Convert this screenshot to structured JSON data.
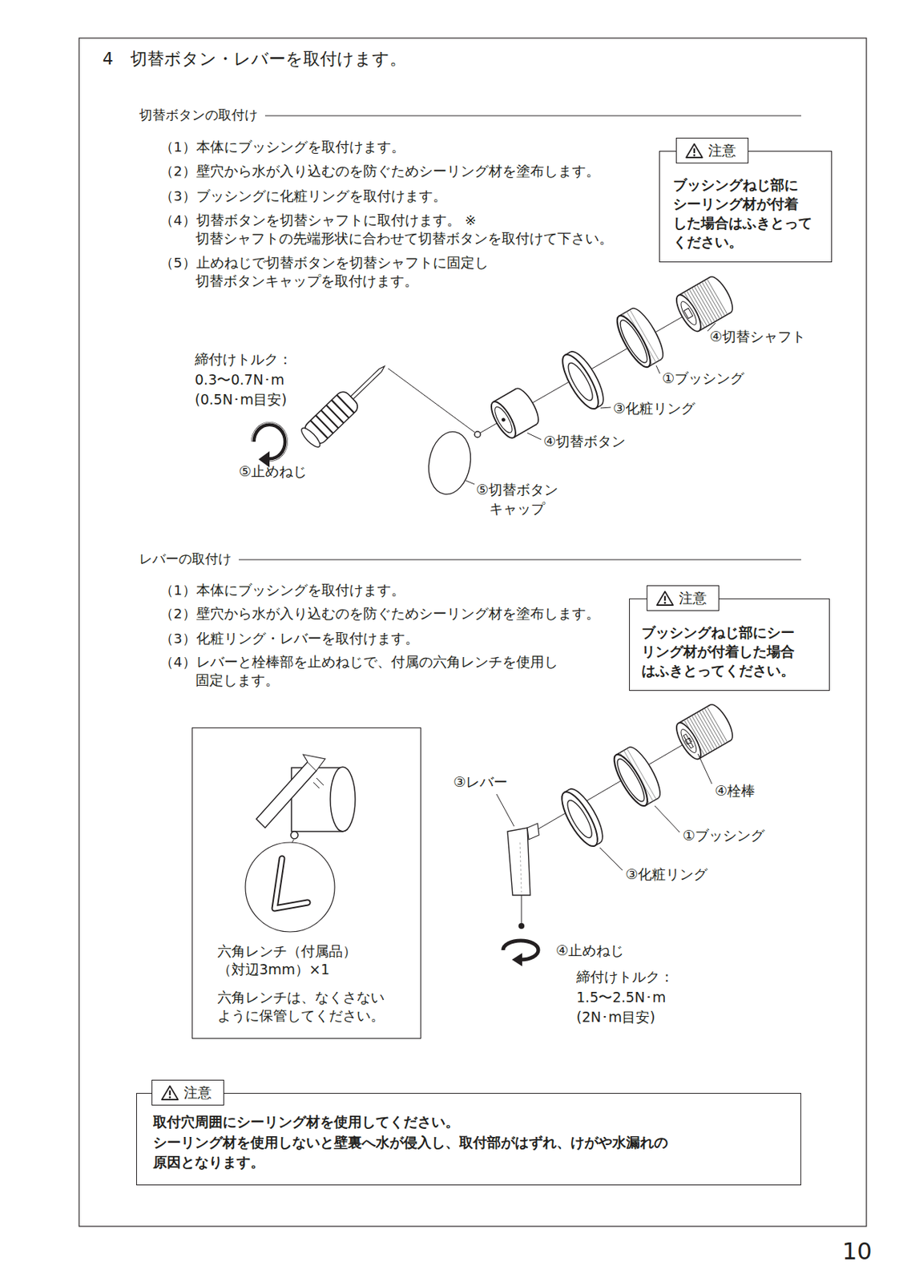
{
  "diagram": {
    "title": "4　切替ボタン・レバーを取付けます。",
    "nodes": [
      {
        "text": [
          "注意",
          "ブッシングねじ部に シーリング材が付着 した場合はふきとって ください。"
        ]
      },
      {
        "text": [
          "注意",
          "ブッシングねじ部にシー リング材が付着した場合 はふきとってください。"
        ]
      },
      {
        "text": [
          "六角レンチ（付属品） （対辺3mm）×1",
          "六角レンチは、なくさない ように保管してください。"
        ]
      },
      {
        "text": [
          "注意",
          "取付穴周囲にシーリング材を使用してください。 シーリング材を使用しないと壁裏へ水が侵入し、取付部がはずれ、けがや水漏れの 原因となります。"
        ]
      }
    ],
    "labels": [
      "切替ボタンの取付け",
      "（1）本体にブッシングを取付けます。",
      "（2）壁穴から水が入り込むのを防ぐためシーリング材を塗布します。",
      "（3）ブッシングに化粧リングを取付けます。",
      "（4）切替ボタンを切替シャフトに取付けます。 ※切替シャフトの先端形状に合わせて切替ボタンを取付けて下さい。",
      "（5）止めねじで切替ボタンを切替シャフトに固定し 切替ボタンキャップを取付けます。",
      "締付けトルク： 0.3〜0.7N･m (0.5N･m目安)",
      "④切替シャフト",
      "①ブッシング",
      "③化粧リング",
      "④切替ボタン",
      "⑤止めねじ",
      "⑤切替ボタン キャップ",
      "レバーの取付け",
      "（1）本体にブッシングを取付けます。",
      "（2）壁穴から水が入り込むのを防ぐためシーリング材を塗布します。",
      "（3）化粧リング・レバーを取付けます。",
      "（4）レバーと栓棒部を止めねじで、付属の六角レンチを使用し 固定します。",
      "③レバー",
      "④栓棒",
      "①ブッシング",
      "③化粧リング",
      "④止めねじ",
      "締付けトルク： 1.5〜2.5N･m (2N･m目安)",
      "10"
    ]
  }
}
